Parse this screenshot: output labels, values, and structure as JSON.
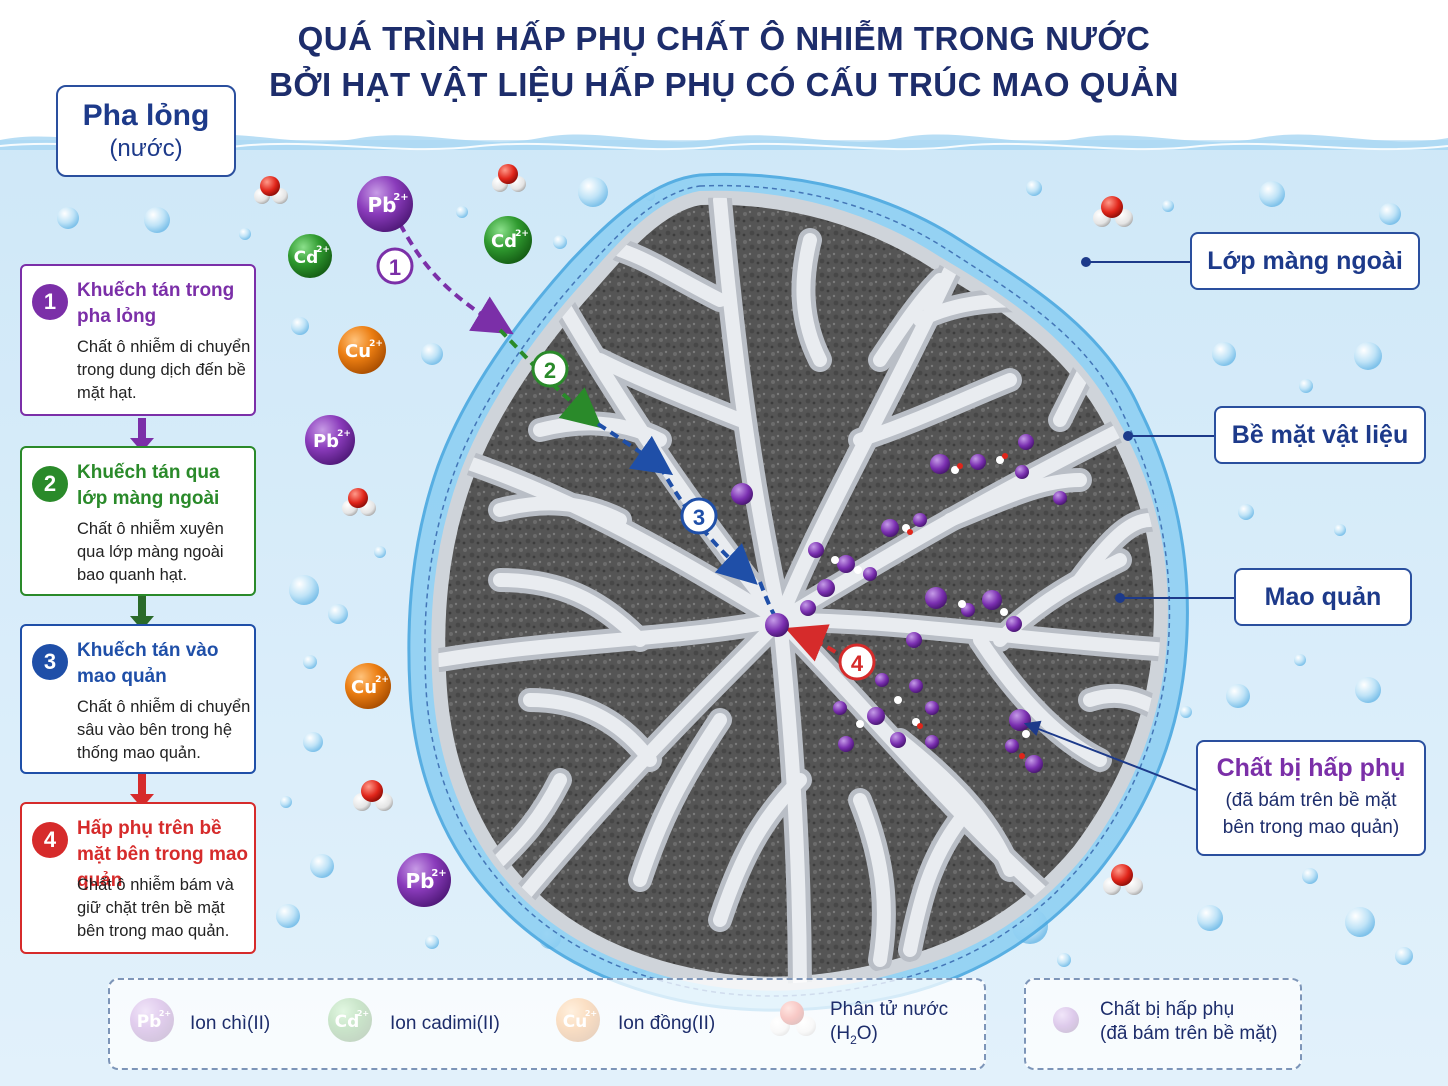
{
  "title": {
    "line1": "QUÁ TRÌNH HẤP PHỤ CHẤT Ô NHIỄM TRONG NƯỚC",
    "line2": "BỞI HẠT VẬT LIỆU HẤP PHỤ CÓ CẤU TRÚC MAO QUẢN"
  },
  "phase_label": {
    "title": "Pha lỏng",
    "subtitle": "(nước)"
  },
  "steps": [
    {
      "num": "1",
      "title": "Khuếch tán trong pha lỏng",
      "desc": "Chất ô nhiễm di chuyển trong dung dịch đến bề mặt hạt.",
      "color": "#7b2fa8"
    },
    {
      "num": "2",
      "title": "Khuếch tán qua lớp màng ngoài",
      "desc": "Chất ô nhiễm xuyên qua lớp màng ngoài bao quanh hạt.",
      "color": "#2a8a2a"
    },
    {
      "num": "3",
      "title": "Khuếch tán vào mao quản",
      "desc": "Chất ô nhiễm di chuyển sâu vào bên trong hệ thống mao quản.",
      "color": "#1f4fa8"
    },
    {
      "num": "4",
      "title": "Hấp phụ trên bề mặt bên trong mao quản",
      "desc": "Chất ô nhiễm bám và giữ chặt trên bề mặt bên trong mao quản.",
      "color": "#d62b2b"
    }
  ],
  "callouts": {
    "outer_film": "Lớp màng ngoài",
    "surface": "Bề mặt vật liệu",
    "pore": "Mao quản",
    "adsorbed_title": "Chất bị hấp phụ",
    "adsorbed_sub1": "(đã bám trên bề mặt",
    "adsorbed_sub2": "bên trong mao quản)"
  },
  "ion_labels": {
    "pb": "Pb",
    "cd": "Cd",
    "cu": "Cu",
    "charge": "2+"
  },
  "path_numbers": [
    "1",
    "2",
    "3",
    "4"
  ],
  "legend": {
    "pb": "Ion chì(II)",
    "cd": "Ion cadimi(II)",
    "cu": "Ion đồng(II)",
    "water_line1": "Phân tử nước",
    "water_line2_pre": "(H",
    "water_line2_sub": "2",
    "water_line2_post": "O)",
    "adsorbed_line1": "Chất bị hấp phụ",
    "adsorbed_line2": "(đã bám trên bề mặt)"
  },
  "colors": {
    "title": "#1d2d6b",
    "pb": "#7b2fa8",
    "cd": "#2a8a2a",
    "cu": "#e07a10",
    "step1": "#7b2fa8",
    "step2": "#2a8a2a",
    "step3": "#1f4fa8",
    "step4": "#d62b2b",
    "water": "#d8eefb",
    "particle": "#5a5a5a",
    "pore_channel": "#e6e9ee"
  }
}
